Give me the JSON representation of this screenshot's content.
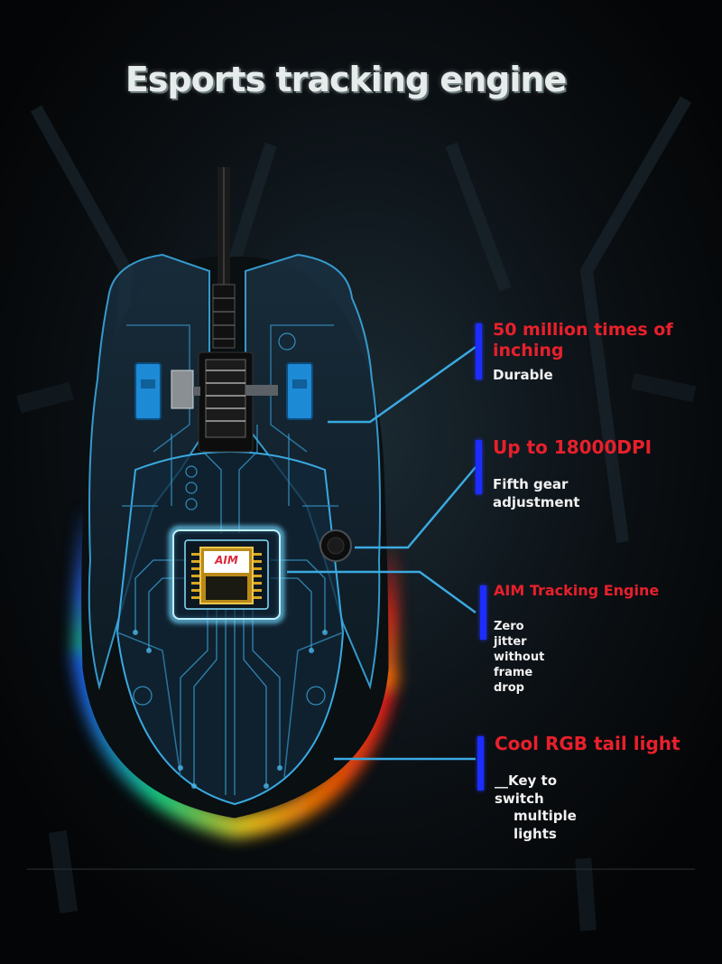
{
  "headline": "Esports tracking engine",
  "chip_label": "AIM",
  "callouts": [
    {
      "title": "50 million times of inching",
      "title_lines": [
        "50 million times of",
        "inching"
      ],
      "desc": "Durable"
    },
    {
      "title": "Up to 18000DPI",
      "desc_lines": [
        "Fifth gear",
        "adjustment"
      ]
    },
    {
      "title": "AIM Tracking Engine",
      "desc_lines": [
        "Zero jitter without",
        "frame drop"
      ]
    },
    {
      "title": "Cool RGB tail light",
      "desc_prefix": "__",
      "desc_lines": [
        "Key to switch",
        "multiple lights"
      ]
    }
  ],
  "colors": {
    "accent_bar": "#1d2cff",
    "title_red": "#e8202b",
    "glow_blue": "#3aa9e0",
    "text_white": "#f2f2f2"
  }
}
